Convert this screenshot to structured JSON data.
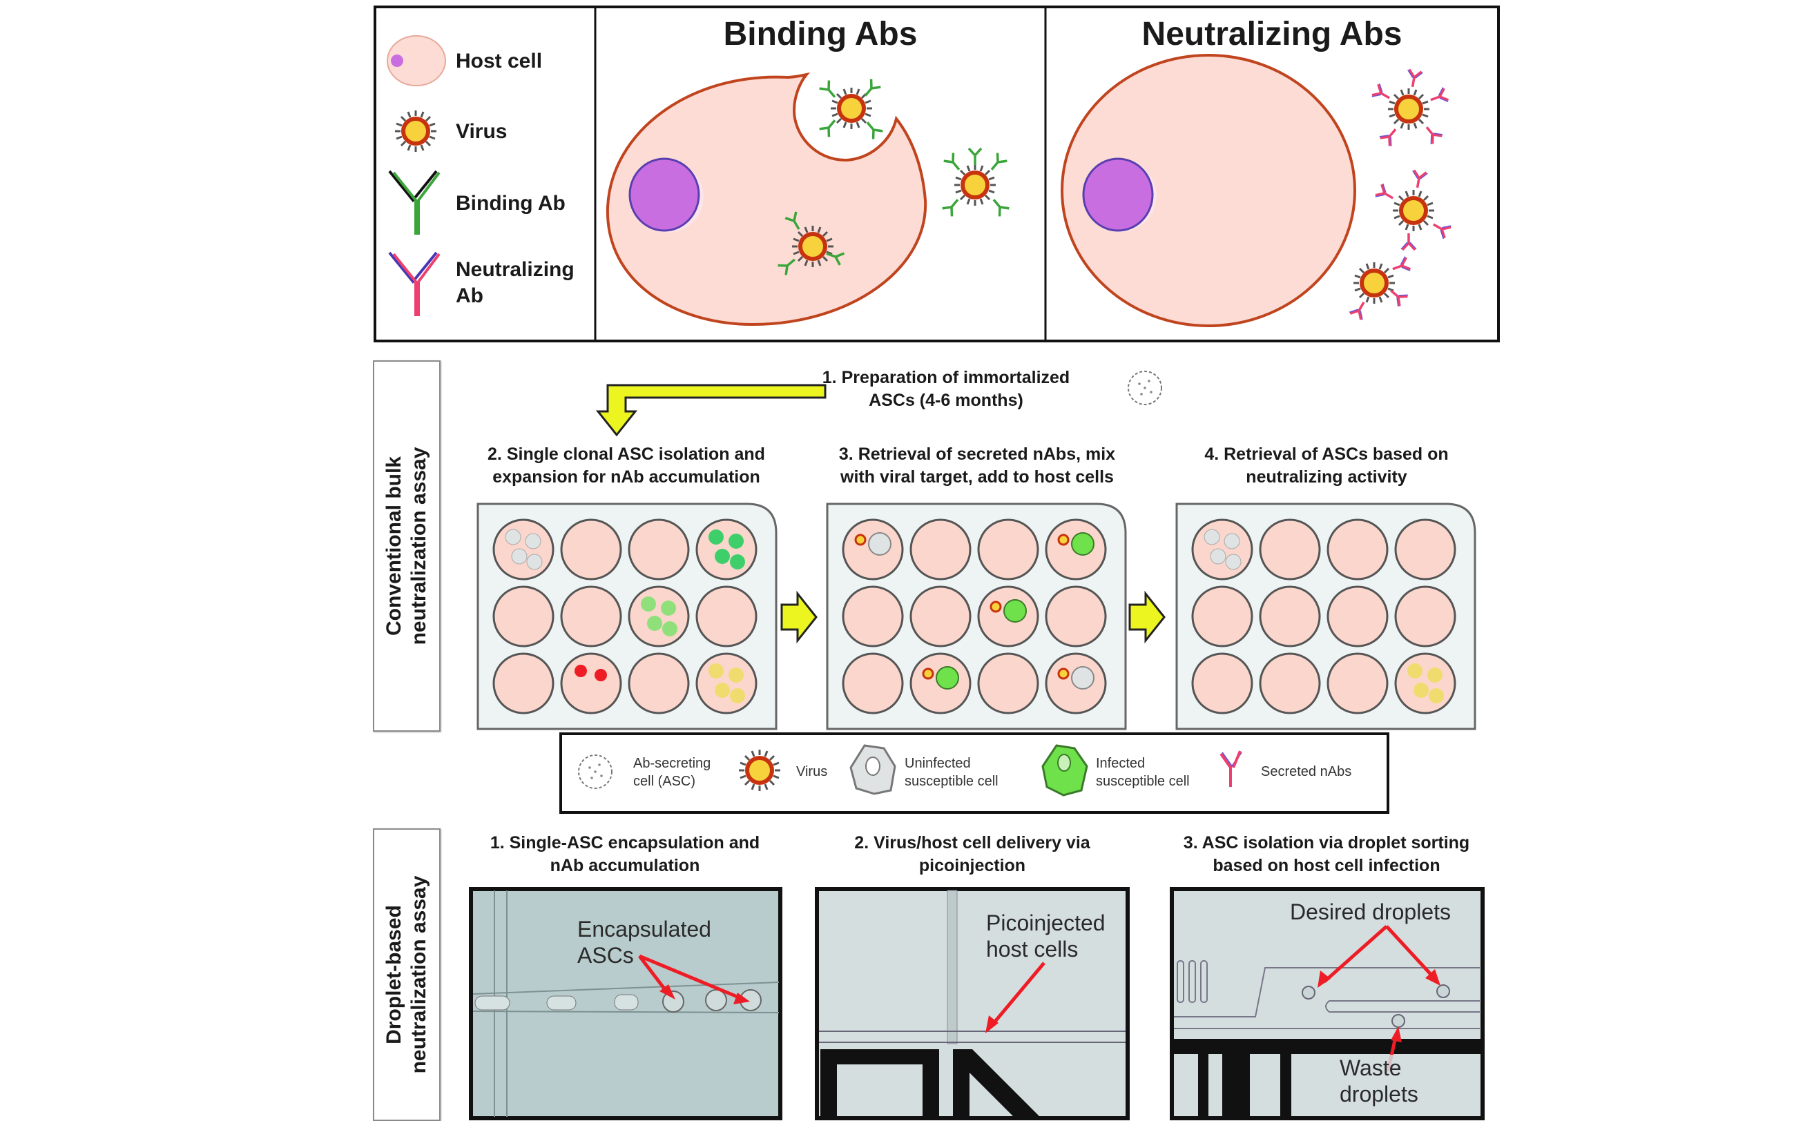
{
  "top_panel": {
    "legend": {
      "items": [
        {
          "icon": "host-cell-icon",
          "label": "Host cell"
        },
        {
          "icon": "virus-icon",
          "label": "Virus"
        },
        {
          "icon": "binding-antibody-icon",
          "label": "Binding Ab"
        },
        {
          "icon": "neutralizing-antibody-icon",
          "label": "Neutralizing Ab"
        }
      ]
    },
    "binding_title": "Binding Abs",
    "neutralizing_title": "Neutralizing Abs"
  },
  "bulk_assay": {
    "side_label_line1": "Conventional bulk",
    "side_label_line2": "neutralization assay",
    "step1_line1": "1. Preparation of immortalized",
    "step1_line2": "ASCs (4-6 months)",
    "steps": [
      {
        "line1": "2. Single clonal ASC isolation and",
        "line2": "expansion for nAb accumulation"
      },
      {
        "line1": "3. Retrieval of secreted nAbs, mix",
        "line2": "with viral target, add to host cells"
      },
      {
        "line1": "4. Retrieval of ASCs based on",
        "line2": "neutralizing activity"
      }
    ],
    "plate_layout": "3x4 wells"
  },
  "middle_legend": {
    "items": [
      {
        "icon": "asc-icon",
        "line1": "Ab-secreting",
        "line2": "cell (ASC)"
      },
      {
        "icon": "virus-icon",
        "line1": "Virus",
        "line2": ""
      },
      {
        "icon": "uninfected-cell-icon",
        "line1": "Uninfected",
        "line2": "susceptible cell"
      },
      {
        "icon": "infected-cell-icon",
        "line1": "Infected",
        "line2": "susceptible cell"
      },
      {
        "icon": "secreted-nab-icon",
        "line1": "Secreted nAbs",
        "line2": ""
      }
    ]
  },
  "droplet_assay": {
    "side_label_line1": "Droplet-based",
    "side_label_line2": "neutralization assay",
    "steps": [
      {
        "line1": "1. Single-ASC encapsulation and",
        "line2": "nAb accumulation"
      },
      {
        "line1": "2. Virus/host cell delivery via",
        "line2": "picoinjection"
      },
      {
        "line1": "3. ASC isolation via droplet sorting",
        "line2": "based on host cell infection"
      }
    ],
    "photo_labels": {
      "encapsulated_line1": "Encapsulated",
      "encapsulated_line2": "ASCs",
      "picoinjected_line1": "Picoinjected",
      "picoinjected_line2": "host cells",
      "desired": "Desired droplets",
      "waste_line1": "Waste",
      "waste_line2": "droplets"
    }
  },
  "colors": {
    "cell_fill": "#fcdcd4",
    "cell_stroke": "#c0441e",
    "nucleus": "#c86ee0",
    "nucleus_stroke": "#5a3fb0",
    "virus_core": "#f7d23c",
    "virus_ring": "#c7330e",
    "binding_ab": "#3aa53a",
    "neutralizing_ab": "#ee3f6e",
    "arrow_yellow": "#ecf520",
    "plate_bg": "#eef4f4",
    "well_fill": "#fbd6cc",
    "photo_bg": "#b9cccd",
    "pointer_red": "#ee1c25"
  }
}
